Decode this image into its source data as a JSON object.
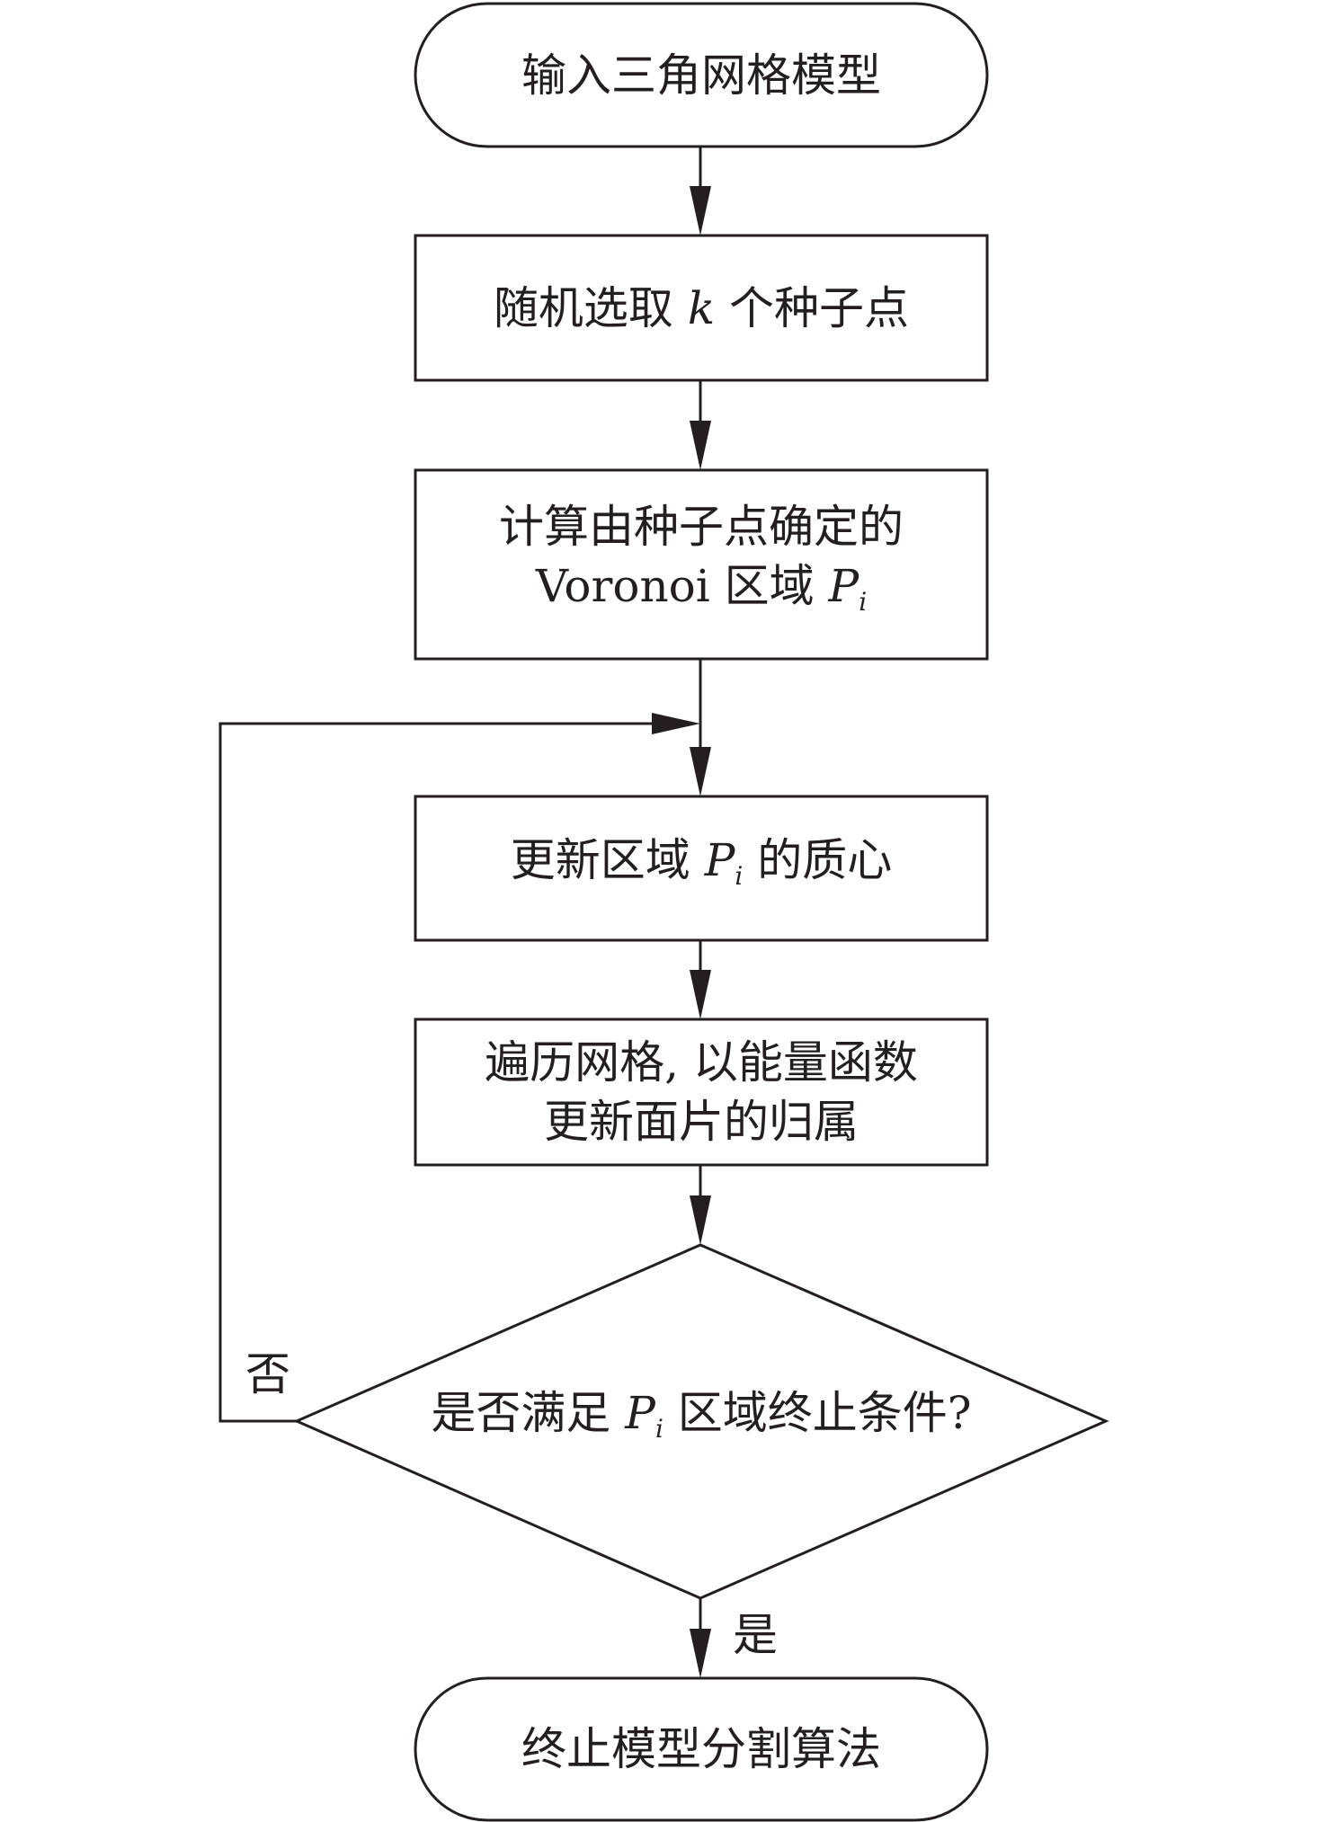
{
  "diagram": {
    "type": "flowchart",
    "nodes": [
      {
        "id": "start",
        "shape": "terminator",
        "text": "输入三角网格模型"
      },
      {
        "id": "seed",
        "shape": "process",
        "pre": "随机选取 ",
        "var": "k",
        "post": " 个种子点"
      },
      {
        "id": "voronoi",
        "shape": "process",
        "line1": "计算由种子点确定的",
        "pre": "Voronoi 区域 ",
        "var": "P",
        "sub": "i"
      },
      {
        "id": "centroid",
        "shape": "process",
        "pre": "更新区域 ",
        "var": "P",
        "sub": "i",
        "post": " 的质心"
      },
      {
        "id": "traverse",
        "shape": "process",
        "line1": "遍历网格, 以能量函数",
        "line2": "更新面片的归属"
      },
      {
        "id": "decision",
        "shape": "decision",
        "pre": "是否满足 ",
        "var": "P",
        "sub": "i",
        "post": " 区域终止条件?"
      },
      {
        "id": "end",
        "shape": "terminator",
        "text": "终止模型分割算法"
      }
    ],
    "edges": [
      {
        "from": "start",
        "to": "seed"
      },
      {
        "from": "seed",
        "to": "voronoi"
      },
      {
        "from": "voronoi",
        "to": "centroid"
      },
      {
        "from": "centroid",
        "to": "traverse"
      },
      {
        "from": "traverse",
        "to": "decision"
      },
      {
        "from": "decision",
        "to": "centroid",
        "label": "否"
      },
      {
        "from": "decision",
        "to": "end",
        "label": "是"
      }
    ],
    "labels": {
      "no": "否",
      "yes": "是"
    }
  }
}
